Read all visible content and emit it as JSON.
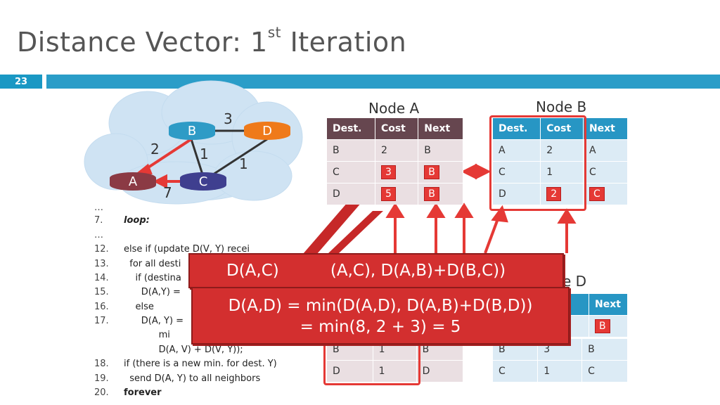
{
  "title": {
    "main": "Distance Vector: 1",
    "sup": "st",
    "rest": " Iteration"
  },
  "slide_number": "23",
  "graph": {
    "nodes": [
      {
        "id": "B",
        "label": "B",
        "color": "#2e9bc6"
      },
      {
        "id": "D",
        "label": "D",
        "color": "#ef7a1a"
      },
      {
        "id": "A",
        "label": "A",
        "color": "#8b3a44"
      },
      {
        "id": "C",
        "label": "C",
        "color": "#3f3f8f"
      }
    ],
    "edge_labels": {
      "bd": "3",
      "ab": "2",
      "bc": "1",
      "cd": "1",
      "ac": "7"
    }
  },
  "node_a": {
    "title": "Node A",
    "headers": [
      "Dest.",
      "Cost",
      "Next"
    ],
    "rows": [
      [
        "B",
        "2",
        "B"
      ],
      [
        "C",
        "3",
        "B"
      ],
      [
        "D",
        "5",
        "B"
      ]
    ]
  },
  "node_b": {
    "title": "Node B",
    "headers": [
      "Dest.",
      "Cost",
      "Next"
    ],
    "rows": [
      [
        "A",
        "2",
        "A"
      ],
      [
        "C",
        "1",
        "C"
      ],
      [
        "D",
        "2",
        "C"
      ]
    ]
  },
  "node_c_lower": {
    "rows": [
      [
        "B",
        "1",
        "B"
      ],
      [
        "D",
        "1",
        "D"
      ]
    ]
  },
  "node_d": {
    "title": "e D",
    "header_next": "Next",
    "rows": [
      [
        "B"
      ],
      [
        "B",
        "3",
        "B"
      ],
      [
        "C",
        "1",
        "C"
      ]
    ]
  },
  "code": [
    {
      "n": "…",
      "t": ""
    },
    {
      "n": "7.",
      "t": "loop:"
    },
    {
      "n": "…",
      "t": ""
    },
    {
      "n": "12.",
      "t": "else if (update D(V, Y) recei"
    },
    {
      "n": "13.",
      "t": "  for all desti"
    },
    {
      "n": "14.",
      "t": "    if (destina"
    },
    {
      "n": "15.",
      "t": "      D(A,Y) ="
    },
    {
      "n": "16.",
      "t": "    else"
    },
    {
      "n": "17.",
      "t": "      D(A, Y) ="
    },
    {
      "n": "",
      "t": "            mi"
    },
    {
      "n": "",
      "t": "            D(A, V) + D(V, Y));"
    },
    {
      "n": "18.",
      "t": "if (there is a new min. for dest. Y)"
    },
    {
      "n": "19.",
      "t": "  send D(A, Y) to all neighbors"
    },
    {
      "n": "20.",
      "t": "forever"
    }
  ],
  "callout1": "D(A,C)          (A,C), D(A,B)+D(B,C))",
  "callout2_line1": "D(A,D) = min(D(A,D), D(A,B)+D(B,D))",
  "callout2_line2": "= min(8, 2 + 3) = 5"
}
